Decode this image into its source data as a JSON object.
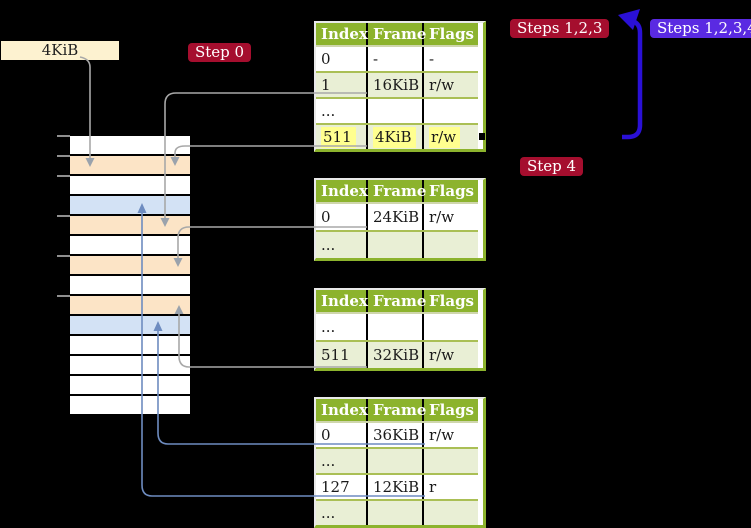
{
  "legend_box": {
    "label": "4KiB"
  },
  "badges": {
    "step0": "Step 0",
    "steps123": "Steps 1,2,3",
    "steps1234": "Steps 1,2,3,4",
    "step4": "Step 4"
  },
  "colors": {
    "table_header_green": "#8cb32d",
    "table_row_green": "#e9efd5",
    "highlight_yellow": "#ffff8f",
    "memory_peach": "#fce4c6",
    "memory_blue": "#d3e2f5",
    "legend_cream": "#fdf2d0",
    "badge_red": "#a50e2e",
    "badge_blue_violet": "#5a2ae2",
    "big_arrow_blue": "#2a10d6",
    "connector_gray": "#a8a8a8",
    "connector_steel_blue": "#6e8cc0"
  },
  "page_tables": [
    {
      "headers": [
        "Index",
        "Frame",
        "Flags"
      ],
      "rows": [
        {
          "cells": [
            "0",
            "-",
            "-"
          ],
          "shade": "white"
        },
        {
          "cells": [
            "1",
            "16KiB",
            "r/w"
          ],
          "shade": "green"
        },
        {
          "cells": [
            "...",
            "",
            ""
          ],
          "shade": "white"
        },
        {
          "cells": [
            "511",
            "4KiB",
            "r/w"
          ],
          "shade": "green",
          "highlight": true
        }
      ]
    },
    {
      "headers": [
        "Index",
        "Frame",
        "Flags"
      ],
      "rows": [
        {
          "cells": [
            "0",
            "24KiB",
            "r/w"
          ],
          "shade": "white"
        },
        {
          "cells": [
            "...",
            "",
            ""
          ],
          "shade": "green"
        }
      ]
    },
    {
      "headers": [
        "Index",
        "Frame",
        "Flags"
      ],
      "rows": [
        {
          "cells": [
            "...",
            "",
            ""
          ],
          "shade": "white"
        },
        {
          "cells": [
            "511",
            "32KiB",
            "r/w"
          ],
          "shade": "green"
        }
      ]
    },
    {
      "headers": [
        "Index",
        "Frame",
        "Flags"
      ],
      "rows": [
        {
          "cells": [
            "0",
            "36KiB",
            "r/w"
          ],
          "shade": "white"
        },
        {
          "cells": [
            "...",
            "",
            ""
          ],
          "shade": "green"
        },
        {
          "cells": [
            "127",
            "12KiB",
            "r"
          ],
          "shade": "white"
        },
        {
          "cells": [
            "...",
            "",
            ""
          ],
          "shade": "green"
        }
      ]
    }
  ],
  "memory_column": {
    "rows": [
      "white",
      "peach",
      "white",
      "blue",
      "peach",
      "white",
      "peach",
      "white",
      "peach",
      "blue",
      "white",
      "white",
      "white",
      "white"
    ]
  }
}
